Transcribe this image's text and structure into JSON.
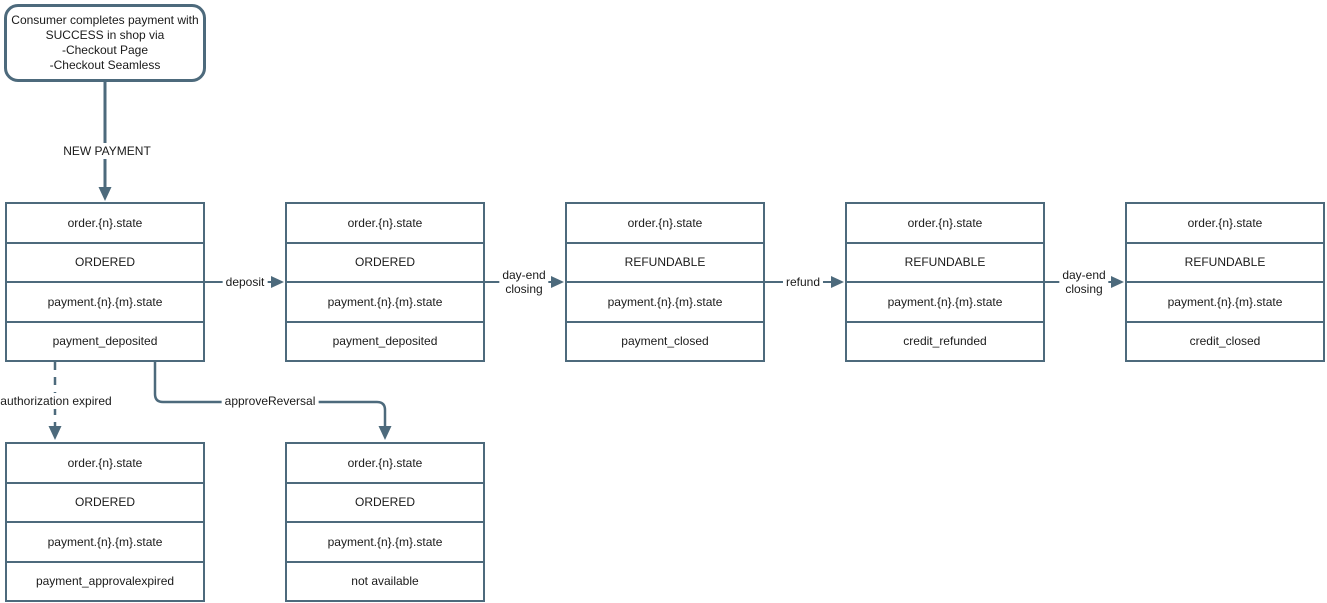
{
  "colors": {
    "stroke": "#4d6a7c",
    "text": "#1a1a1a",
    "background": "#ffffff"
  },
  "start_node": {
    "lines": [
      "Consumer completes payment with",
      "SUCCESS in shop via",
      "-Checkout Page",
      "-Checkout Seamless"
    ]
  },
  "edge_labels": {
    "new_payment": "NEW PAYMENT",
    "deposit": "deposit",
    "day_end_closing_1": {
      "line1": "day-end",
      "line2": "closing"
    },
    "refund": "refund",
    "day_end_closing_2": {
      "line1": "day-end",
      "line2": "closing"
    },
    "authorization_expired": "authorization expired",
    "approve_reversal": "approveReversal"
  },
  "nodes": [
    {
      "rows": [
        "order.{n}.state",
        "ORDERED",
        "payment.{n}.{m}.state",
        "payment_deposited"
      ]
    },
    {
      "rows": [
        "order.{n}.state",
        "ORDERED",
        "payment.{n}.{m}.state",
        "payment_deposited"
      ]
    },
    {
      "rows": [
        "order.{n}.state",
        "REFUNDABLE",
        "payment.{n}.{m}.state",
        "payment_closed"
      ]
    },
    {
      "rows": [
        "order.{n}.state",
        "REFUNDABLE",
        "payment.{n}.{m}.state",
        "credit_refunded"
      ]
    },
    {
      "rows": [
        "order.{n}.state",
        "REFUNDABLE",
        "payment.{n}.{m}.state",
        "credit_closed"
      ]
    },
    {
      "rows": [
        "order.{n}.state",
        "ORDERED",
        "payment.{n}.{m}.state",
        "payment_approvalexpired"
      ]
    },
    {
      "rows": [
        "order.{n}.state",
        "ORDERED",
        "payment.{n}.{m}.state",
        "not available"
      ]
    }
  ]
}
